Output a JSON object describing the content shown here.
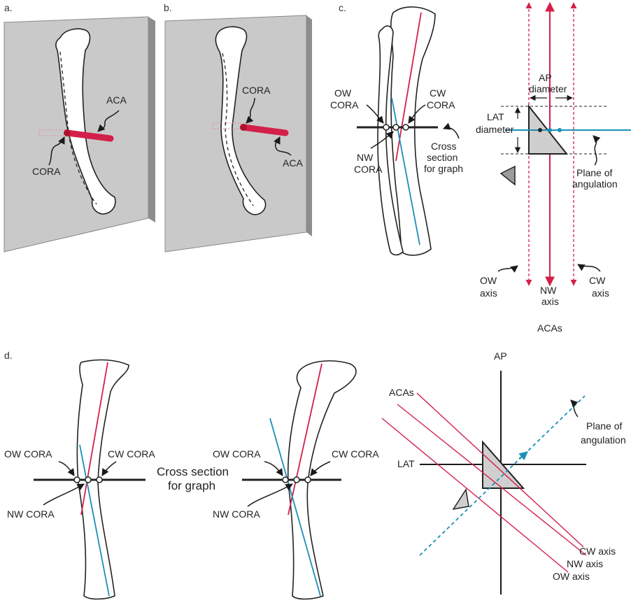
{
  "panel_a": {
    "letter": "a.",
    "aca": "ACA",
    "cora": "CORA"
  },
  "panel_b": {
    "letter": "b.",
    "cora": "CORA",
    "aca": "ACA"
  },
  "panel_c": {
    "letter": "c.",
    "ow_cora": [
      "OW",
      "CORA"
    ],
    "cw_cora": [
      "CW",
      "CORA"
    ],
    "nw_cora": [
      "NW",
      "CORA"
    ],
    "cross_section": [
      "Cross",
      "section",
      "for graph"
    ],
    "ap_diameter": [
      "AP",
      "diameter"
    ],
    "lat_diameter": [
      "LAT",
      "diameter"
    ],
    "plane": [
      "Plane of",
      "angulation"
    ],
    "ow_axis": [
      "OW",
      "axis"
    ],
    "nw_axis": [
      "NW",
      "axis"
    ],
    "cw_axis": [
      "CW",
      "axis"
    ],
    "acas": "ACAs"
  },
  "panel_d": {
    "letter": "d.",
    "ow_cora": "OW CORA",
    "cw_cora": "CW CORA",
    "nw_cora": "NW CORA",
    "cross_section": [
      "Cross section",
      "for graph"
    ],
    "ow_cora_2": "OW CORA",
    "cw_cora_2": "CW CORA",
    "nw_cora_2": "NW CORA",
    "ap": "AP",
    "lat": "LAT",
    "acas": "ACAs",
    "plane": [
      "Plane of",
      "angulation"
    ],
    "cw_axis": "CW axis",
    "nw_axis": "NW axis",
    "ow_axis": "OW axis"
  },
  "colors": {
    "red": "#d3204a",
    "blue": "#1a8fb8",
    "plate": "#c9c9c9",
    "triangle": "#cfcfcf"
  }
}
